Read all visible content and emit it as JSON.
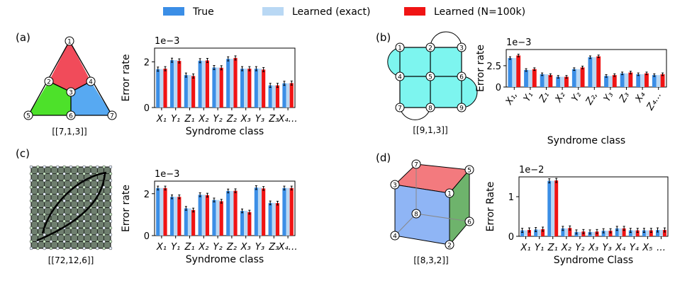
{
  "legend": {
    "items": [
      {
        "label": "True",
        "color": "#3b8ee6"
      },
      {
        "label": "Learned (exact)",
        "color": "#b9d8f4"
      },
      {
        "label": "Learned (N=100k)",
        "color": "#f01414"
      }
    ]
  },
  "panels": {
    "a": {
      "tag": "(a)",
      "code": "[[7,1,3]]",
      "nodes": [
        "1",
        "2",
        "3",
        "4",
        "5",
        "6",
        "7"
      ]
    },
    "b": {
      "tag": "(b)",
      "code": "[[9,1,3]]",
      "nodes": [
        "1",
        "2",
        "3",
        "4",
        "5",
        "6",
        "7",
        "8",
        "9"
      ]
    },
    "c": {
      "tag": "(c)",
      "code": "[[72,12,6]]"
    },
    "d": {
      "tag": "(d)",
      "code": "[[8,3,2]]",
      "nodes": [
        "1",
        "2",
        "3",
        "4",
        "5",
        "6",
        "7",
        "8"
      ]
    }
  },
  "chart_data": [
    {
      "id": "a",
      "type": "bar",
      "multiplier": "1e−3",
      "ylabel": "Error rate",
      "xlabel": "Syndrome class",
      "ylim": [
        0,
        2.6
      ],
      "yticks": [
        0,
        2
      ],
      "categories": [
        "X₁",
        "Y₁",
        "Z₁",
        "X₂",
        "Y₂",
        "Z₂",
        "X₃",
        "Y₃",
        "Z₃",
        "X₄…"
      ],
      "series": [
        {
          "name": "True",
          "values": [
            1.68,
            2.07,
            1.42,
            2.05,
            1.75,
            2.13,
            1.7,
            1.7,
            0.97,
            1.06
          ]
        },
        {
          "name": "Learned (exact)",
          "values": [
            1.68,
            2.07,
            1.42,
            2.05,
            1.75,
            2.13,
            1.7,
            1.7,
            0.97,
            1.06
          ]
        },
        {
          "name": "Learned (N=100k)",
          "values": [
            1.7,
            2.04,
            1.38,
            2.06,
            1.74,
            2.17,
            1.7,
            1.66,
            0.97,
            1.07
          ]
        }
      ]
    },
    {
      "id": "b",
      "type": "bar",
      "multiplier": "1e−3",
      "ylabel": "Error rate",
      "xlabel": "Syndrome class",
      "ylim": [
        0,
        4.4
      ],
      "yticks": [
        0,
        2.5
      ],
      "categories": [
        "X₁,",
        "Y₁",
        "Z₁",
        "X₂",
        "Y₂",
        "Z₂,",
        "Y₃",
        "Z₃",
        "X₄",
        "Z₄…"
      ],
      "series": [
        {
          "name": "True",
          "values": [
            3.4,
            2.0,
            1.5,
            1.2,
            2.1,
            3.5,
            1.3,
            1.6,
            1.5,
            1.4
          ]
        },
        {
          "name": "Learned (exact)",
          "values": [
            3.4,
            2.0,
            1.5,
            1.2,
            2.1,
            3.5,
            1.3,
            1.6,
            1.5,
            1.4
          ]
        },
        {
          "name": "Learned (N=100k)",
          "values": [
            3.7,
            2.1,
            1.4,
            1.2,
            2.3,
            3.6,
            1.4,
            1.7,
            1.6,
            1.5
          ]
        }
      ]
    },
    {
      "id": "c",
      "type": "bar",
      "multiplier": "1e−3",
      "ylabel": "Error rate",
      "xlabel": "Syndrome class",
      "ylim": [
        0,
        2.6
      ],
      "yticks": [
        0,
        2
      ],
      "categories": [
        "X₁",
        "Y₁",
        "Z₁",
        "X₂",
        "Y₂",
        "Z₂",
        "X₃",
        "Y₃",
        "Z₃",
        "X₄…"
      ],
      "series": [
        {
          "name": "True",
          "values": [
            2.27,
            1.85,
            1.3,
            1.95,
            1.7,
            2.13,
            1.18,
            2.29,
            1.56,
            2.27
          ]
        },
        {
          "name": "Learned (exact)",
          "values": [
            2.27,
            1.85,
            1.3,
            1.95,
            1.7,
            2.13,
            1.18,
            2.29,
            1.56,
            2.27
          ]
        },
        {
          "name": "Learned (N=100k)",
          "values": [
            2.27,
            1.85,
            1.22,
            1.93,
            1.64,
            2.14,
            1.12,
            2.25,
            1.55,
            2.27
          ]
        }
      ]
    },
    {
      "id": "d",
      "type": "bar",
      "multiplier": "1e−2",
      "ylabel": "Error Rate",
      "xlabel": "Syndrome Class",
      "ylim": [
        0,
        1.5
      ],
      "yticks": [
        0,
        1
      ],
      "categories": [
        "X₁",
        "Y₁",
        "Z₁",
        "X₂",
        "Y₂",
        "X₃",
        "Y₃",
        "X₄",
        "Y₄",
        "X₅",
        "…"
      ],
      "category_font": {
        "Z₁": "italic-s"
      },
      "series": [
        {
          "name": "True",
          "values": [
            0.15,
            0.17,
            1.4,
            0.2,
            0.11,
            0.11,
            0.14,
            0.2,
            0.15,
            0.15,
            0.16
          ]
        },
        {
          "name": "Learned (exact)",
          "values": [
            0.15,
            0.17,
            1.4,
            0.2,
            0.11,
            0.11,
            0.14,
            0.2,
            0.15,
            0.15,
            0.16
          ]
        },
        {
          "name": "Learned (N=100k)",
          "values": [
            0.16,
            0.18,
            1.41,
            0.21,
            0.12,
            0.12,
            0.14,
            0.2,
            0.15,
            0.15,
            0.16
          ]
        }
      ]
    }
  ]
}
